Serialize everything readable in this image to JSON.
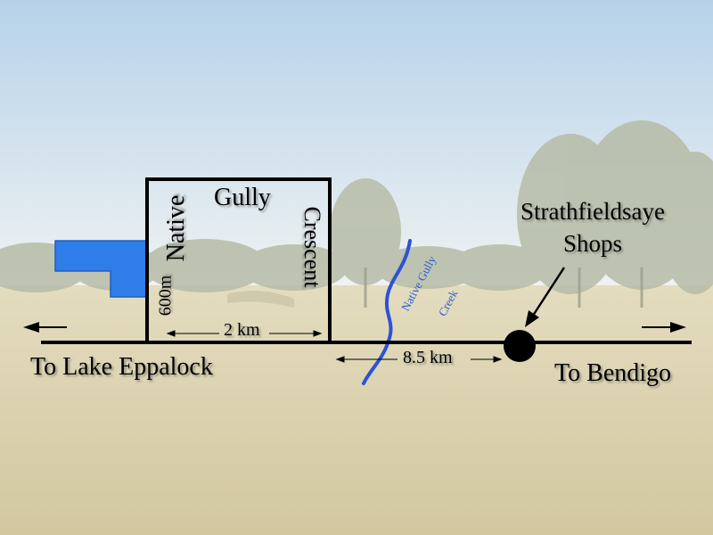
{
  "colors": {
    "sky_top": "#a9c9e6",
    "sky_bottom": "#eef2f4",
    "field": "#d9d0ae",
    "road": "#000000",
    "property": "#2f7de8",
    "creek": "#2d52d6"
  },
  "map": {
    "roads": {
      "gully": "Gully",
      "native": "Native",
      "crescent": "Crescent"
    },
    "distances": {
      "native_length": "600m",
      "gully_length": "2 km",
      "to_shops": "8.5 km"
    },
    "creek": {
      "line1": "Native Gully",
      "line2": "Creek"
    },
    "destinations": {
      "west": "To Lake Eppalock",
      "east": "To Bendigo"
    },
    "landmark": {
      "line1": "Strathfieldsaye",
      "line2": "Shops"
    }
  }
}
